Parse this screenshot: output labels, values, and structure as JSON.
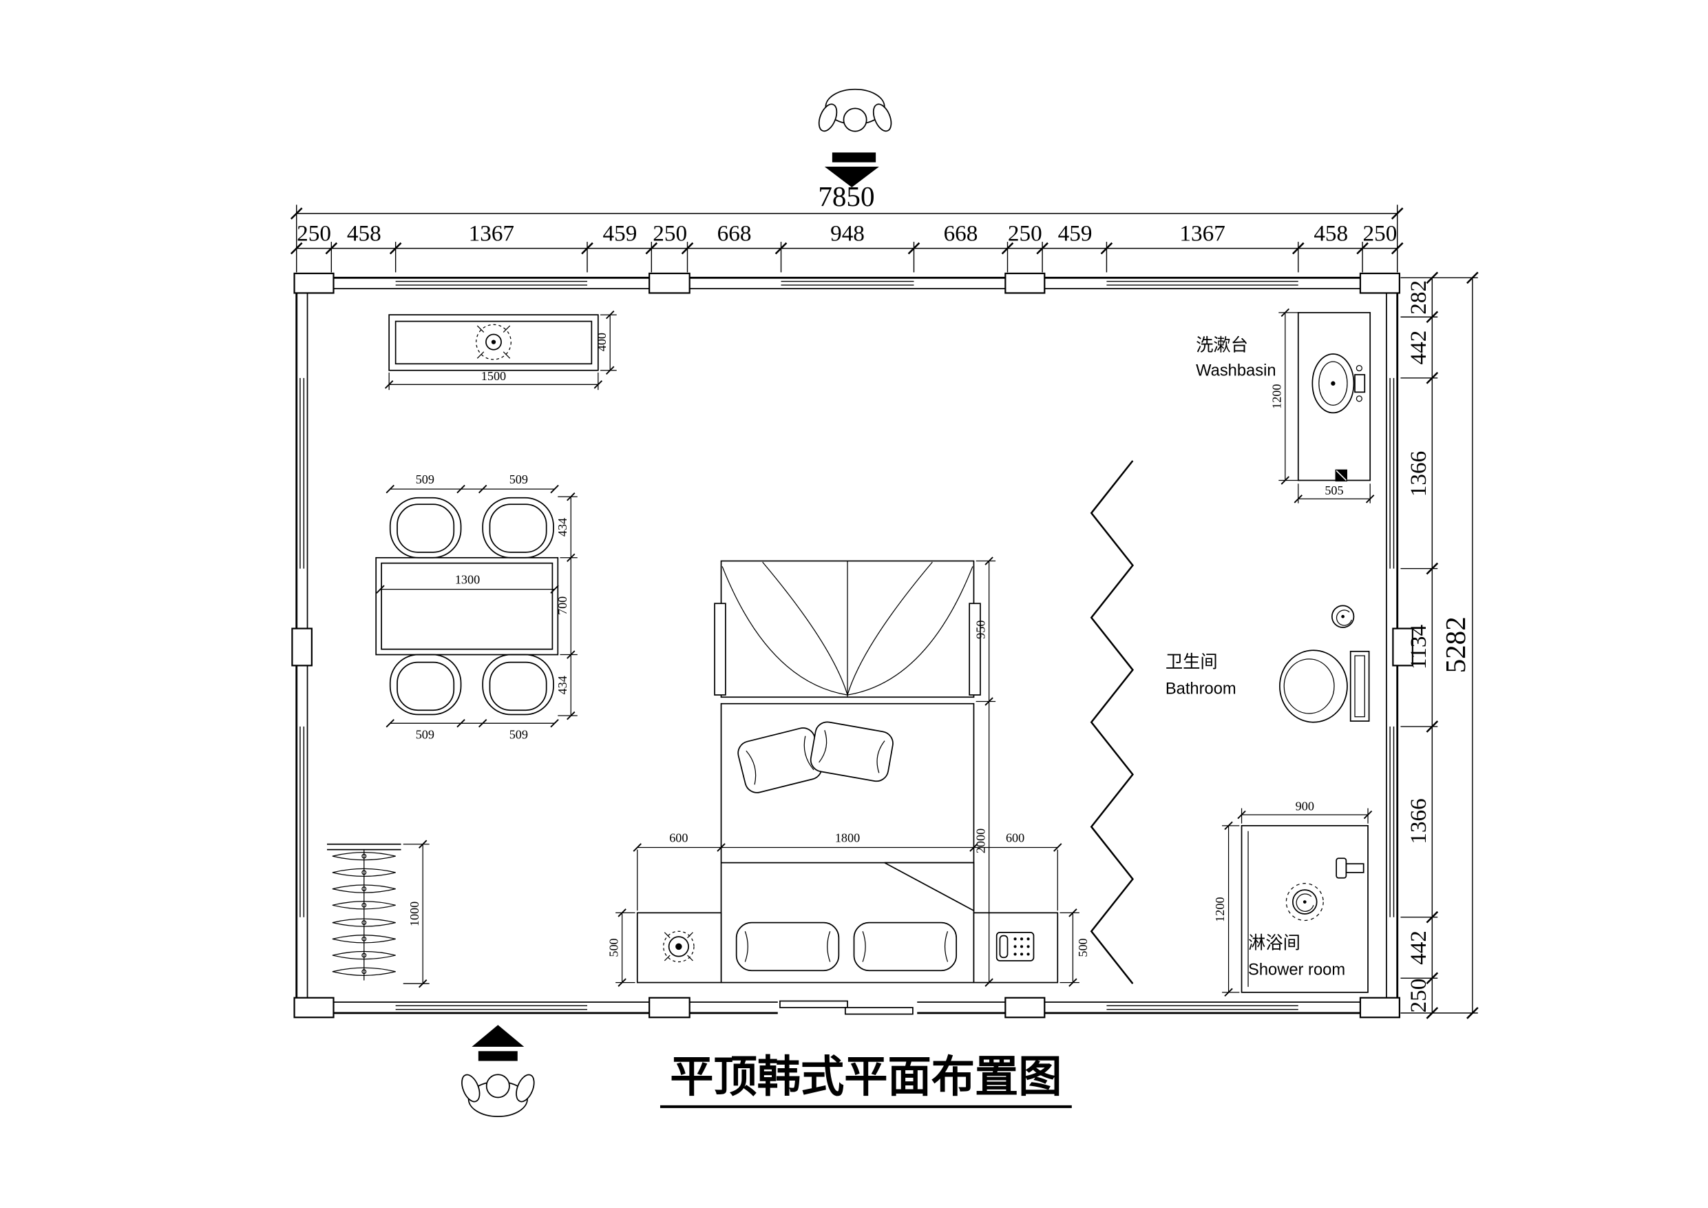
{
  "title": "平顶韩式平面布置图",
  "dimensions": {
    "top": {
      "total": "7850",
      "segments": [
        "250",
        "458",
        "1367",
        "459",
        "250",
        "668",
        "948",
        "668",
        "250",
        "459",
        "1367",
        "458",
        "250"
      ]
    },
    "right": {
      "total": "5282",
      "segments": [
        "282",
        "442",
        "1366",
        "1134",
        "1366",
        "442",
        "250"
      ]
    }
  },
  "rooms": {
    "washbasin": {
      "cn": "洗漱台",
      "en": "Washbasin"
    },
    "bathroom": {
      "cn": "卫生间",
      "en": "Bathroom"
    },
    "shower": {
      "cn": "淋浴间",
      "en": "Shower room"
    }
  },
  "furniture": {
    "tv_cabinet": {
      "width": "1500",
      "depth": "400"
    },
    "dining": {
      "table_width": "1300",
      "table_depth": "700",
      "chair_widths": [
        "509",
        "509",
        "509",
        "509"
      ],
      "chair_depth_top": "434",
      "chair_depth_bottom": "434"
    },
    "wardrobe": {
      "length": "1000"
    },
    "bed": {
      "width": "1800",
      "length": "2000",
      "canopy_depth": "950",
      "side_left": "600",
      "side_right": "600",
      "nightstand_left": "500",
      "nightstand_right": "500"
    },
    "washbasin": {
      "length": "1200",
      "depth": "505"
    },
    "shower": {
      "width": "900",
      "depth": "1200"
    }
  }
}
